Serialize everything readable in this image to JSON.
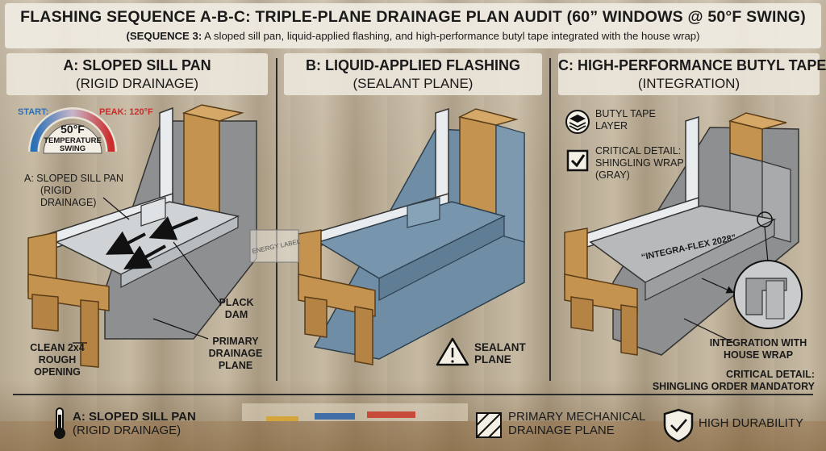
{
  "header": {
    "title": "FLASHING SEQUENCE A-B-C: TRIPLE-PLANE DRAINAGE PLAN AUDIT (60” WINDOWS @ 50°F SWING)",
    "subtitle_lead": "(SEQUENCE 3:",
    "subtitle_rest": " A sloped sill pan, liquid-applied flashing, and high-performance butyl tape integrated with the house wrap)"
  },
  "panels": [
    {
      "heading": "A: SLOPED SILL PAN",
      "subheading": "(RIGID DRAINAGE)",
      "gauge": {
        "start_label": "START:",
        "peak_label": "PEAK: 120°F",
        "value": "50°F",
        "caption": "TEMPERATURE SWING"
      },
      "callouts": {
        "sill_pan_title": "A: SLOPED SILL PAN",
        "sill_pan_line1": "(RIGID",
        "sill_pan_line2": "DRAINAGE)",
        "dam_line1": "PLACK",
        "dam_line2": "DAM",
        "opening_line1": "CLEAN 2x4",
        "opening_line2": "ROUGH",
        "opening_line3": "OPENING",
        "plane_line1": "PRIMARY",
        "plane_line2": "DRAINAGE",
        "plane_line3": "PLANE"
      }
    },
    {
      "heading": "B: LIQUID-APPLIED FLASHING",
      "subheading": "(SEALANT PLANE)",
      "callouts": {
        "sealant_line1": "SEALANT",
        "sealant_line2": "PLANE",
        "window_label": "ENERGY LABEL"
      }
    },
    {
      "heading": "C: HIGH-PERFORMANCE BUTYL TAPE",
      "subheading": "(INTEGRATION)",
      "callouts": {
        "tape_line1": "BUTYL TAPE",
        "tape_line2": "LAYER",
        "wrap_line1": "CRITICAL DETAIL:",
        "wrap_line2": "SHINGLING WRAP",
        "wrap_line3": "(GRAY)",
        "tape_print": "“INTEGRA-FLEX 2028”",
        "integration_line1": "INTEGRATION WITH",
        "integration_line2": "HOUSE WRAP",
        "order_line1": "CRITICAL DETAIL:",
        "order_line2": "SHINGLING ORDER MANDATORY"
      }
    }
  ],
  "footer": {
    "item1_line1": "A: SLOPED SILL PAN",
    "item1_line2": "(RIGID DRAINAGE)",
    "item2_line1": "PRIMARY MECHANICAL",
    "item2_line2": "DRAINAGE PLANE",
    "item3": "HIGH DURABILITY"
  },
  "colors": {
    "wood": "#c4934f",
    "wood_dark": "#8a6030",
    "pan": "#cfd3d6",
    "liquid": "#6f8ea6",
    "wrap": "#8e8f90",
    "gauge_blue": "#2b6fb5",
    "gauge_red": "#cc2b2b"
  }
}
